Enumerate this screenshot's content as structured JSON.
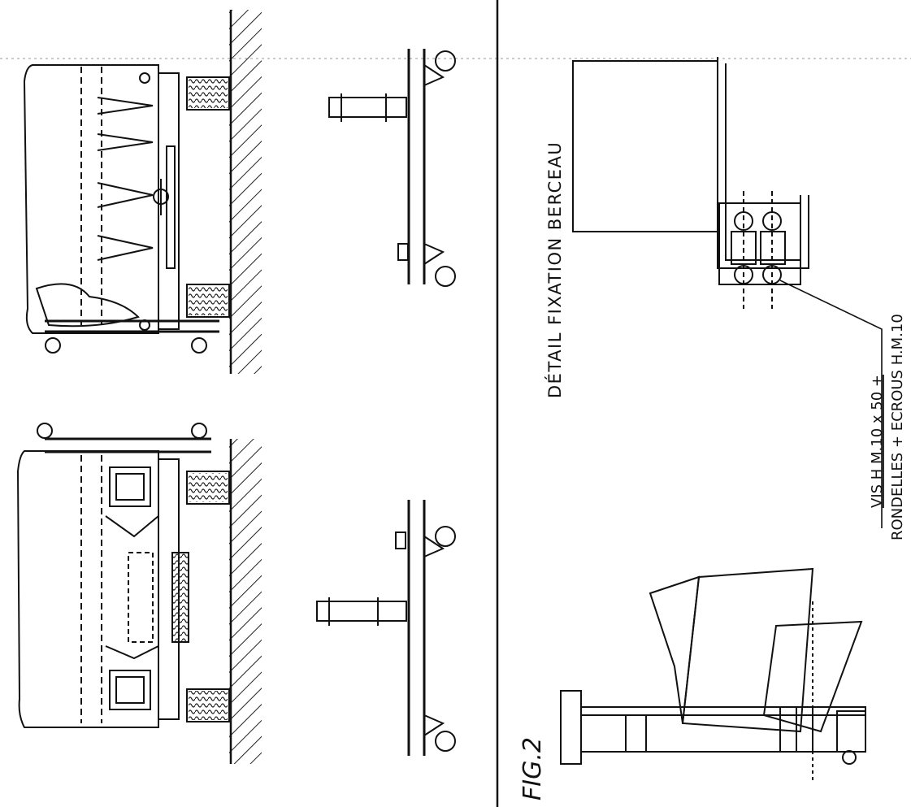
{
  "figure": {
    "label": "FIG.2",
    "detail_title": "DÉTAIL FIXATION BERCEAU",
    "callout_line1": "VIS H M.10 x 50 +",
    "callout_line2": "RONDELLES + ECROUS H.M.10",
    "ink_color": "#111111",
    "paper_color": "#ffffff"
  }
}
